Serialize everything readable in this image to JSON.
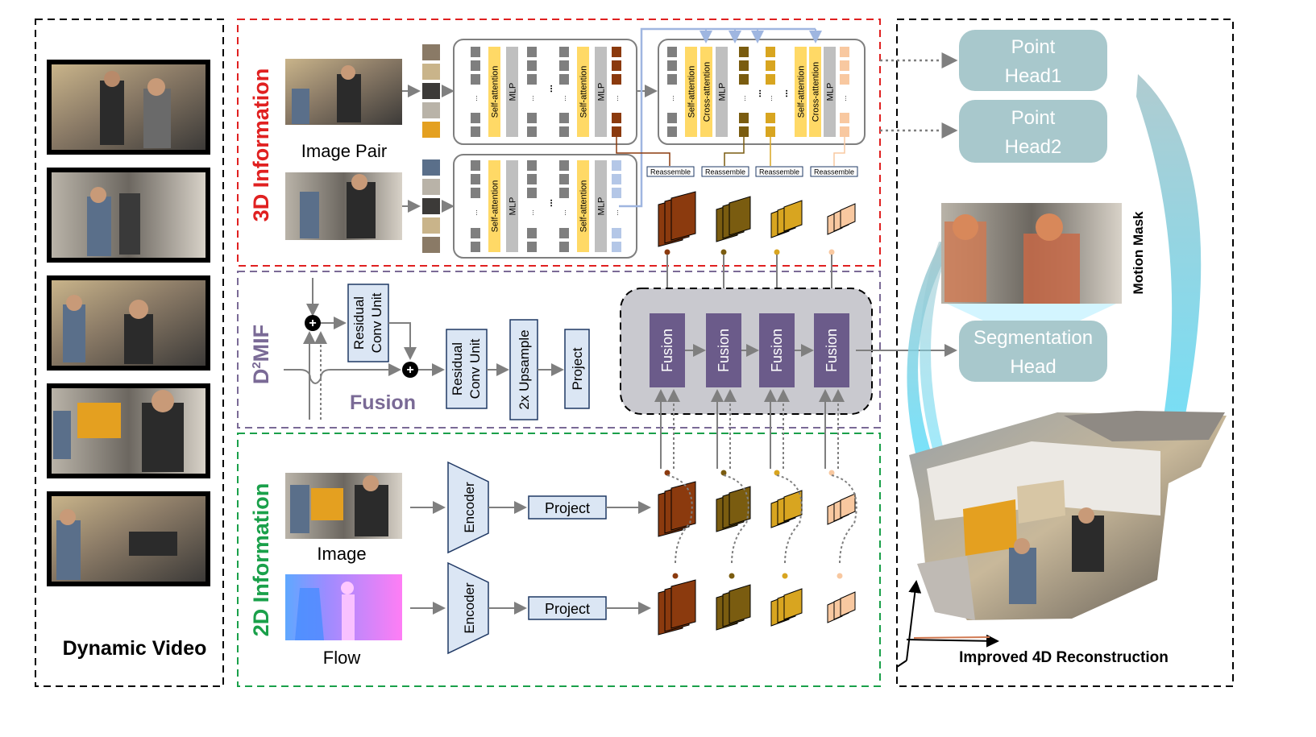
{
  "panels": {
    "video": {
      "label": "Dynamic Video"
    },
    "info3d": {
      "label": "3D Information"
    },
    "d2mif": {
      "label_main": "D",
      "label_sup": "2",
      "label_rest": "MIF"
    },
    "info2d": {
      "label": "2D Information"
    },
    "output": {
      "label": "Improved 4D Reconstruction"
    }
  },
  "encoder3d": {
    "image_pair_label": "Image Pair",
    "self_attention": "Self-attention",
    "mlp": "MLP",
    "cross_attention": "Cross-attention",
    "ellipsis": "...",
    "reassemble": "Reassemble"
  },
  "fusion_block": {
    "residual_conv_unit": [
      "Residual",
      "Conv Unit"
    ],
    "upsample": "2x Upsample",
    "project": "Project",
    "fusion_label": "Fusion",
    "fusion_node": "Fusion"
  },
  "branch2d": {
    "image_label": "Image",
    "flow_label": "Flow",
    "encoder": "Encoder",
    "project": "Project"
  },
  "heads": {
    "point_head1": [
      "Point",
      "Head1"
    ],
    "point_head2": [
      "Point",
      "Head2"
    ],
    "segmentation_head": [
      "Segmentation",
      "Head"
    ],
    "motion_mask": "Motion Mask"
  },
  "colors": {
    "red_dashed": "#e02020",
    "purple_dashed": "#7a6a96",
    "green_dashed": "#1aa04a",
    "fusion_node": "#6b5b8a",
    "head_teal": "#a8c8cc",
    "token_gray": "#7f7f7f",
    "token_yellow": "#ffd966",
    "feature_brown": "#8b3a0e",
    "feature_olive": "#7a5c10",
    "feature_gold": "#d8a520",
    "feature_peach": "#f8c8a0"
  }
}
